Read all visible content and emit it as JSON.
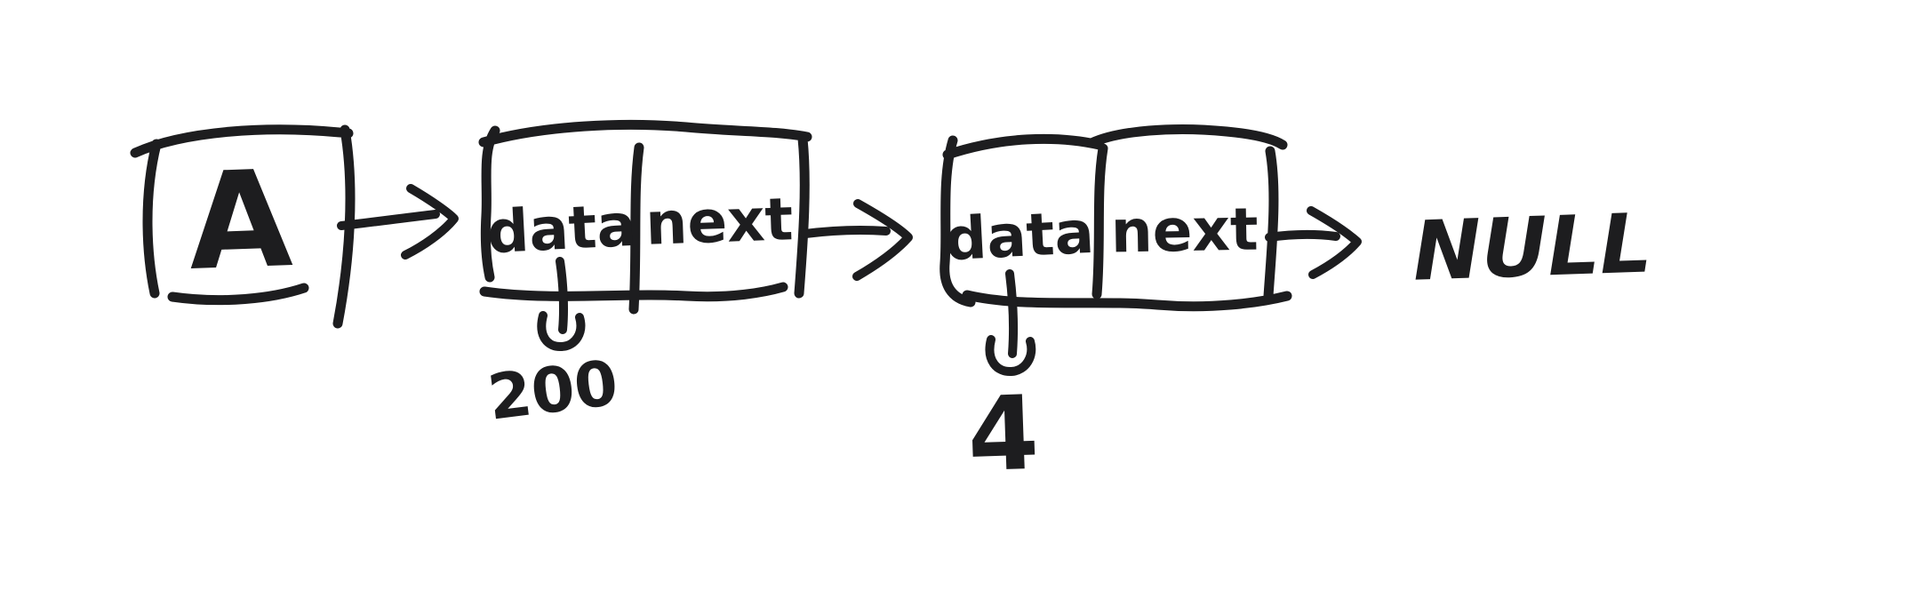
{
  "diagram": {
    "type": "linked-list-sketch",
    "ink_color": "#1d1d1f",
    "background_color": "#ffffff",
    "head": {
      "label": "A"
    },
    "nodes": [
      {
        "data_label": "data",
        "next_label": "next",
        "value": "200"
      },
      {
        "data_label": "data",
        "next_label": "next",
        "value": "4"
      }
    ],
    "terminator_label": "NULL"
  }
}
